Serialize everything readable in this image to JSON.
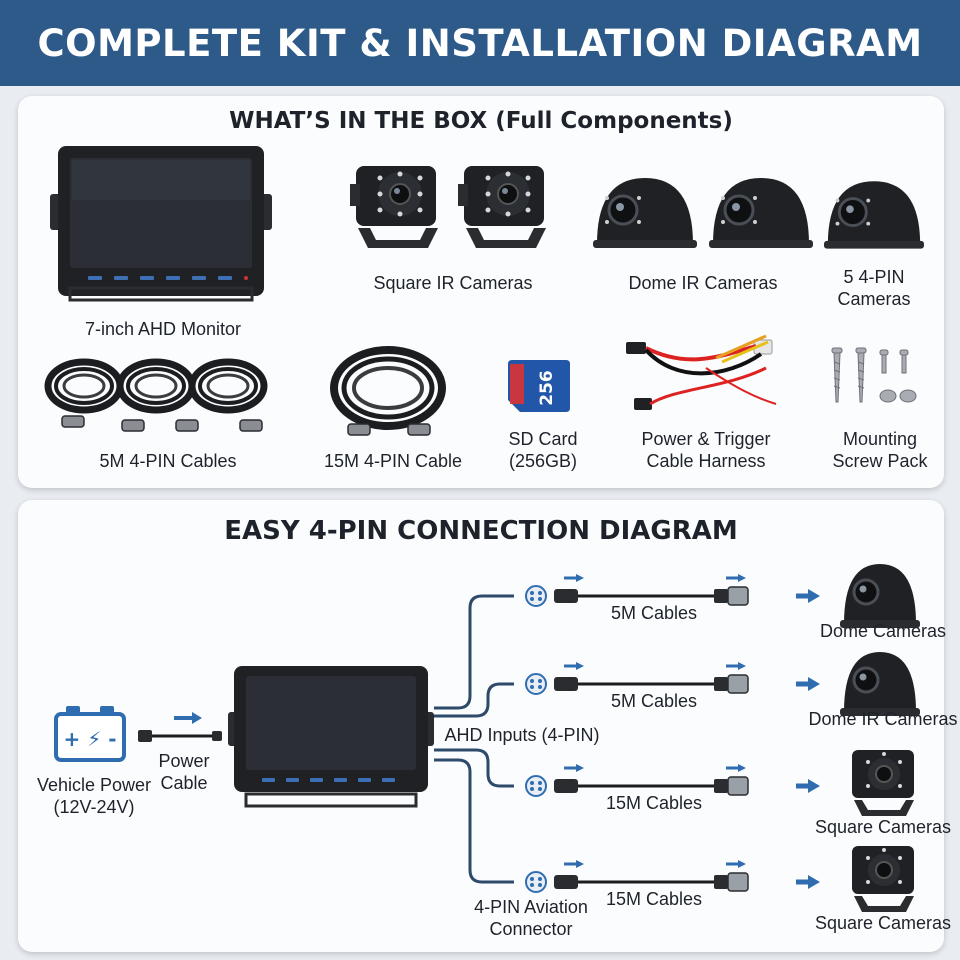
{
  "header": {
    "title": "COMPLETE KIT & INSTALLATION DIAGRAM"
  },
  "box_section": {
    "title": "WHAT’S IN THE BOX (Full Components)",
    "items": [
      {
        "label": "7-inch AHD Monitor",
        "icon": "monitor-icon"
      },
      {
        "label": "Square IR Cameras",
        "icon": "square-camera-icon"
      },
      {
        "label": "Dome IR Cameras",
        "icon": "dome-camera-icon"
      },
      {
        "label_line1": "5 4-PIN",
        "label_line2": "Cameras",
        "icon": "dome-camera-icon"
      },
      {
        "label": "5M 4-PIN Cables",
        "icon": "cable-coil-icon"
      },
      {
        "label": "15M 4-PIN Cable",
        "icon": "cable-coil-icon"
      },
      {
        "label_line1": "SD Card",
        "label_line2": "(256GB)",
        "icon": "sd-card-icon",
        "card_text": "256",
        "card_unit": "GB"
      },
      {
        "label_line1": "Power & Trigger",
        "label_line2": "Cable Harness",
        "icon": "wire-harness-icon"
      },
      {
        "label_line1": "Mounting",
        "label_line2": "Screw Pack",
        "icon": "screws-icon"
      }
    ]
  },
  "diagram_section": {
    "title": "EASY 4-PIN CONNECTION DIAGRAM",
    "power": {
      "label_line1": "Vehicle Power",
      "label_line2": "(12V-24V)",
      "symbols": "+ ⚡ -"
    },
    "power_cable": {
      "label_line1": "Power",
      "label_line2": "Cable"
    },
    "ahd_inputs": "AHD Inputs (4-PIN)",
    "connector": {
      "label_line1": "4-PIN Aviation",
      "label_line2": "Connector"
    },
    "rows": [
      {
        "cable": "5M Cables",
        "camera": "Dome Cameras",
        "type": "dome"
      },
      {
        "cable": "5M Cables",
        "camera": "Dome IR Cameras",
        "type": "dome"
      },
      {
        "cable": "15M Cables",
        "camera": "Square Cameras",
        "type": "square"
      },
      {
        "cable": "15M Cables",
        "camera": "Square Cameras",
        "type": "square"
      }
    ]
  },
  "colors": {
    "header": "#2e5a8a",
    "accent_blue": "#2f6db0",
    "line": "#2e4a6a",
    "panel": "#fbfcfd",
    "background": "#e9edf2"
  }
}
